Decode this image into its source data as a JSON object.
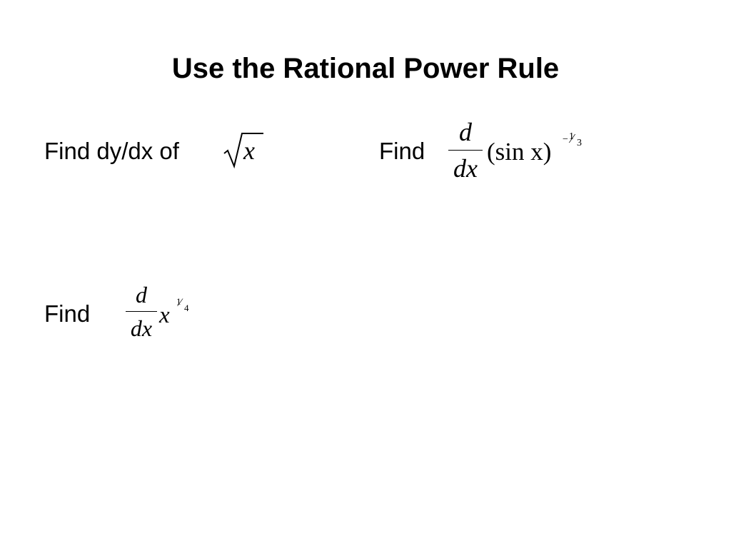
{
  "slide": {
    "title": "Use the Rational Power Rule",
    "problem1": {
      "label": "Find dy/dx of",
      "radicand": "x"
    },
    "problem2": {
      "label": "Find",
      "numerator": "d",
      "denominator": "dx",
      "expression": "(sin x)",
      "exponent_sign": "−",
      "exponent_numerator": "1",
      "exponent_slash": "⁄",
      "exponent_denominator": "3"
    },
    "problem3": {
      "label": "Find",
      "numerator": "d",
      "denominator": "dx",
      "base": "x",
      "exponent_numerator": "1",
      "exponent_slash": "⁄",
      "exponent_denominator": "4"
    }
  }
}
